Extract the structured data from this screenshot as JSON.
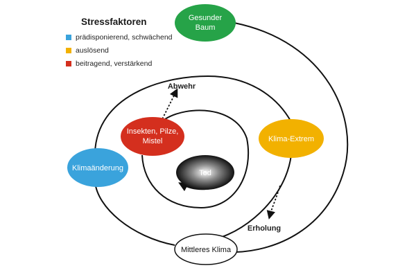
{
  "legend": {
    "title": "Stressfaktoren",
    "items": [
      {
        "label": "prädisponierend, schwächend",
        "color": "#3aa3dc"
      },
      {
        "label": "auslösend",
        "color": "#f2b100"
      },
      {
        "label": "beitragend, verstärkend",
        "color": "#d42f1e"
      }
    ]
  },
  "nodes": {
    "healthy_tree": {
      "line1": "Gesunder",
      "line2": "Baum",
      "color": "#26a348"
    },
    "climate_extreme": {
      "text": "Klima-Extrem",
      "color": "#f2b100"
    },
    "insects": {
      "line1": "Insekten, Pilze,",
      "line2": "Mistel",
      "color": "#d42f1e"
    },
    "climate_change": {
      "text": "Klimaänderung",
      "color": "#3aa3dc"
    },
    "mean_climate": {
      "text": "Mittleres Klima",
      "color": "#ffffff"
    },
    "death": {
      "text": "Tod"
    }
  },
  "labels": {
    "defense": "Abwehr",
    "recovery": "Erholung"
  }
}
